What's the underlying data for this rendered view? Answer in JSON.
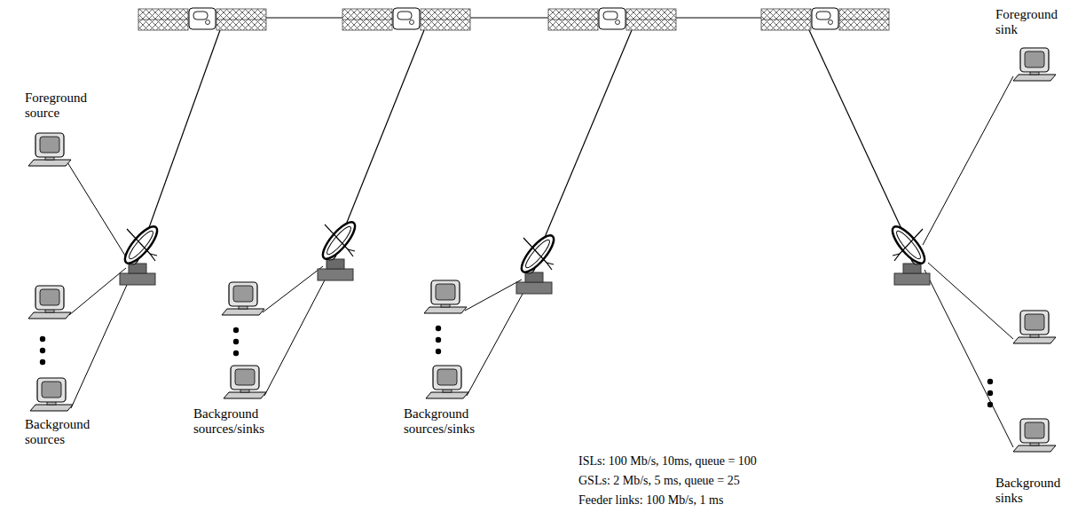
{
  "diagram": {
    "labels": [
      "Foreground source",
      "Background sources",
      "Background sources/sinks",
      "Background sources/sinks",
      "Foreground sink",
      "Background sinks",
      "ISLs:  100 Mb/s, 10ms, queue = 100",
      "GSLs:  2 Mb/s, 5 ms, queue = 25",
      "Feeder links:  100 Mb/s, 1 ms"
    ]
  }
}
